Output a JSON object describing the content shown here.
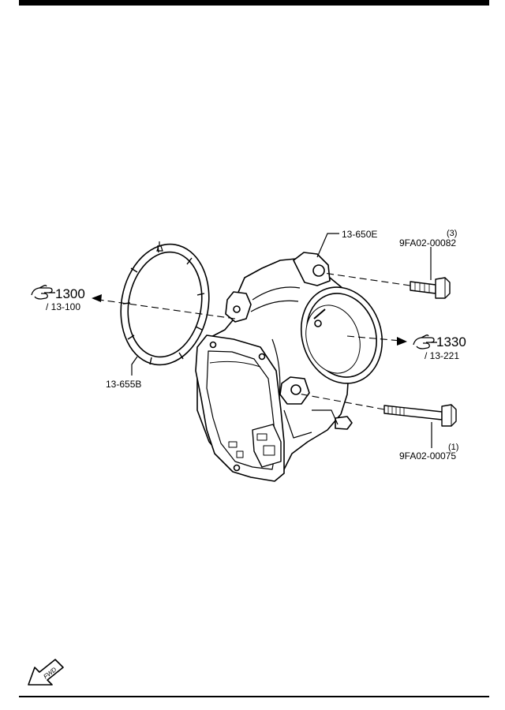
{
  "diagram": {
    "parts": {
      "throttle_body": "13-650E",
      "gasket": "13-655B",
      "bolt_upper": {
        "number": "9FA02-00082",
        "qty": "(3)"
      },
      "bolt_lower": {
        "number": "9FA02-00075",
        "qty": "(1)"
      }
    },
    "references": {
      "left": {
        "section": "1300",
        "sub": "/ 13-100"
      },
      "right": {
        "section": "1330",
        "sub": "/ 13-221"
      }
    },
    "fwd_label": "FWD"
  }
}
